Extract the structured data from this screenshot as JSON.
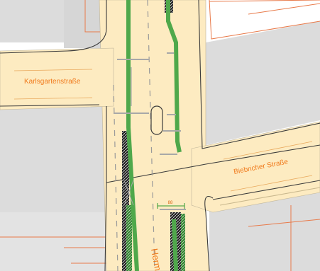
{
  "map": {
    "streets": {
      "karlsgarten": "Karlsgartenstraße",
      "biebricher": "Biebricher Straße",
      "main_partial": "Herm"
    },
    "dimension_label": "88"
  },
  "colors": {
    "street_fill": "#fdebc1",
    "building": "#dcdcdc",
    "parcel_line": "#e87a4a",
    "label_orange": "#f07a1c",
    "green_strip": "#4fa84b",
    "dark_line": "#3b3b3b"
  }
}
